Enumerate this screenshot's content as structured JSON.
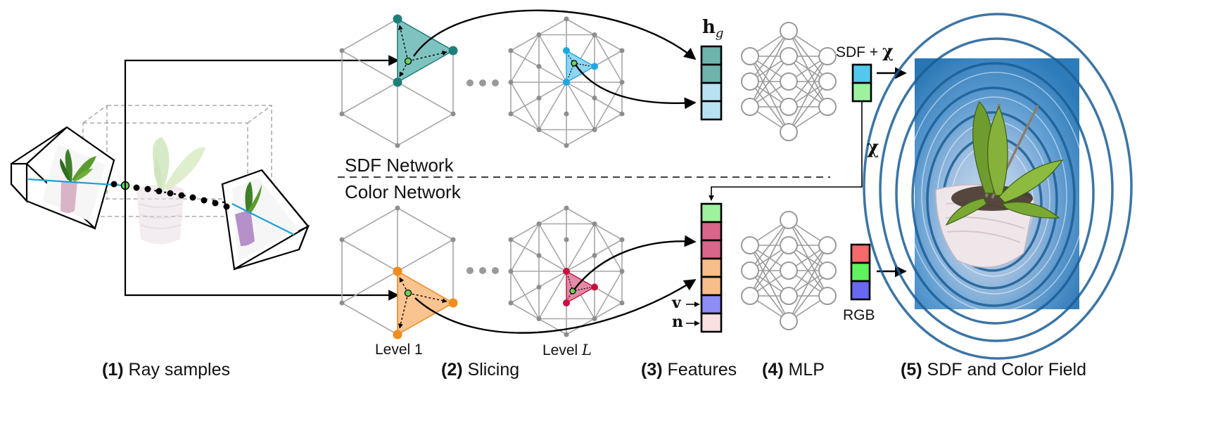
{
  "diagram": {
    "captions": [
      {
        "num": "(1)",
        "text": "Ray samples"
      },
      {
        "num": "(2)",
        "text": "Slicing"
      },
      {
        "num": "(3)",
        "text": "Features"
      },
      {
        "num": "(4)",
        "text": "MLP"
      },
      {
        "num": "(5)",
        "text": "SDF and Color Field"
      }
    ],
    "sdf_network_label": "SDF Network",
    "color_network_label": "Color Network",
    "level_1_label": "Level 1",
    "level_L_prefix": "Level ",
    "level_L_symbol": "L",
    "hg_label": "h",
    "hg_sub": "g",
    "sdf_chi_label": "SDF + ",
    "chi_symbol": "χ",
    "chi_label": "χ",
    "rgb_label": "RGB",
    "v_label": "v",
    "n_label": "n",
    "colors": {
      "teal_dark": "#1e7f7a",
      "teal_fill": "#7fc3c0",
      "teal_cell": "#6fb3ad",
      "light_blue_cell": "#b8e2f2",
      "cyan_node": "#1ea7e0",
      "cyan_tri": "#8fd6f2",
      "orange_node": "#f28c1c",
      "orange_tri": "#f9c48f",
      "crimson_node": "#c4123e",
      "pink_tri": "#e48aa6",
      "green_cell": "#9ef29e",
      "pink_cell": "#d7668a",
      "orange_cell": "#f7bd8a",
      "violet_cell": "#8d8df5",
      "pale_pink_cell": "#f9e1e1",
      "sdf_cell": "#52c9ec",
      "rgb_red": "#f56a6a",
      "rgb_green": "#5ef25e",
      "rgb_blue": "#6868f0",
      "field_blue": "#2b78b6"
    }
  }
}
